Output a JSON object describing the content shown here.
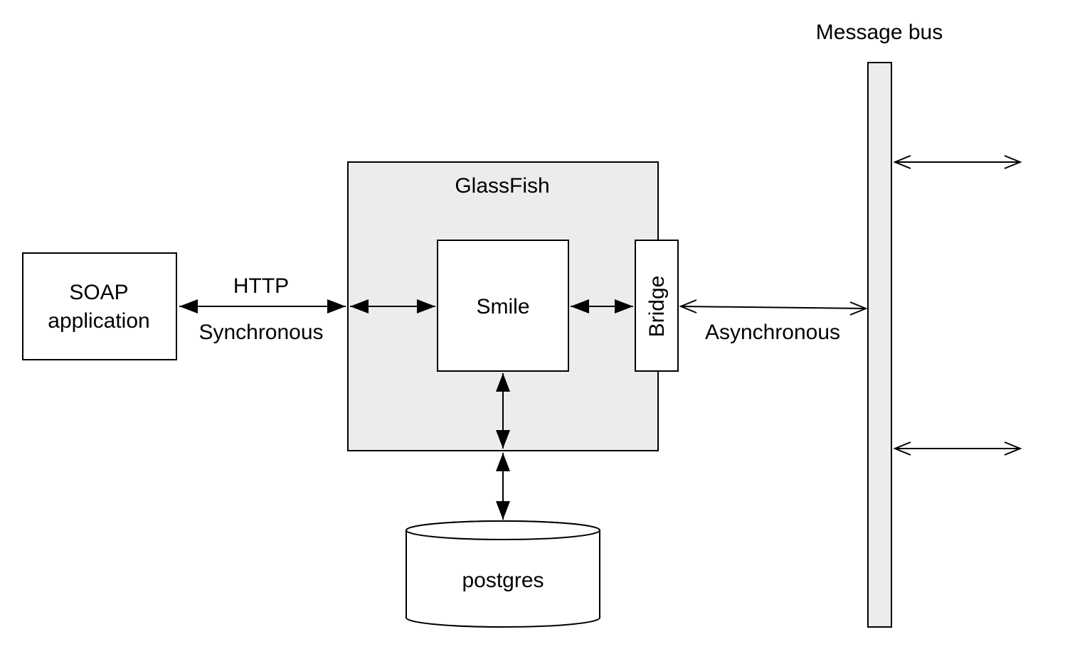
{
  "diagram": {
    "message_bus": {
      "label": "Message bus"
    },
    "glassfish": {
      "label": "GlassFish"
    },
    "smile": {
      "label": "Smile"
    },
    "bridge": {
      "label": "Bridge"
    },
    "soap_app": {
      "label_line1": "SOAP",
      "label_line2": "application"
    },
    "database": {
      "label": "postgres"
    },
    "links": {
      "http": {
        "label_top": "HTTP",
        "label_bottom": "Synchronous"
      },
      "async": {
        "label": "Asynchronous"
      }
    }
  },
  "colors": {
    "container_fill": "#ececec",
    "box_fill": "#ffffff",
    "stroke": "#000000"
  }
}
